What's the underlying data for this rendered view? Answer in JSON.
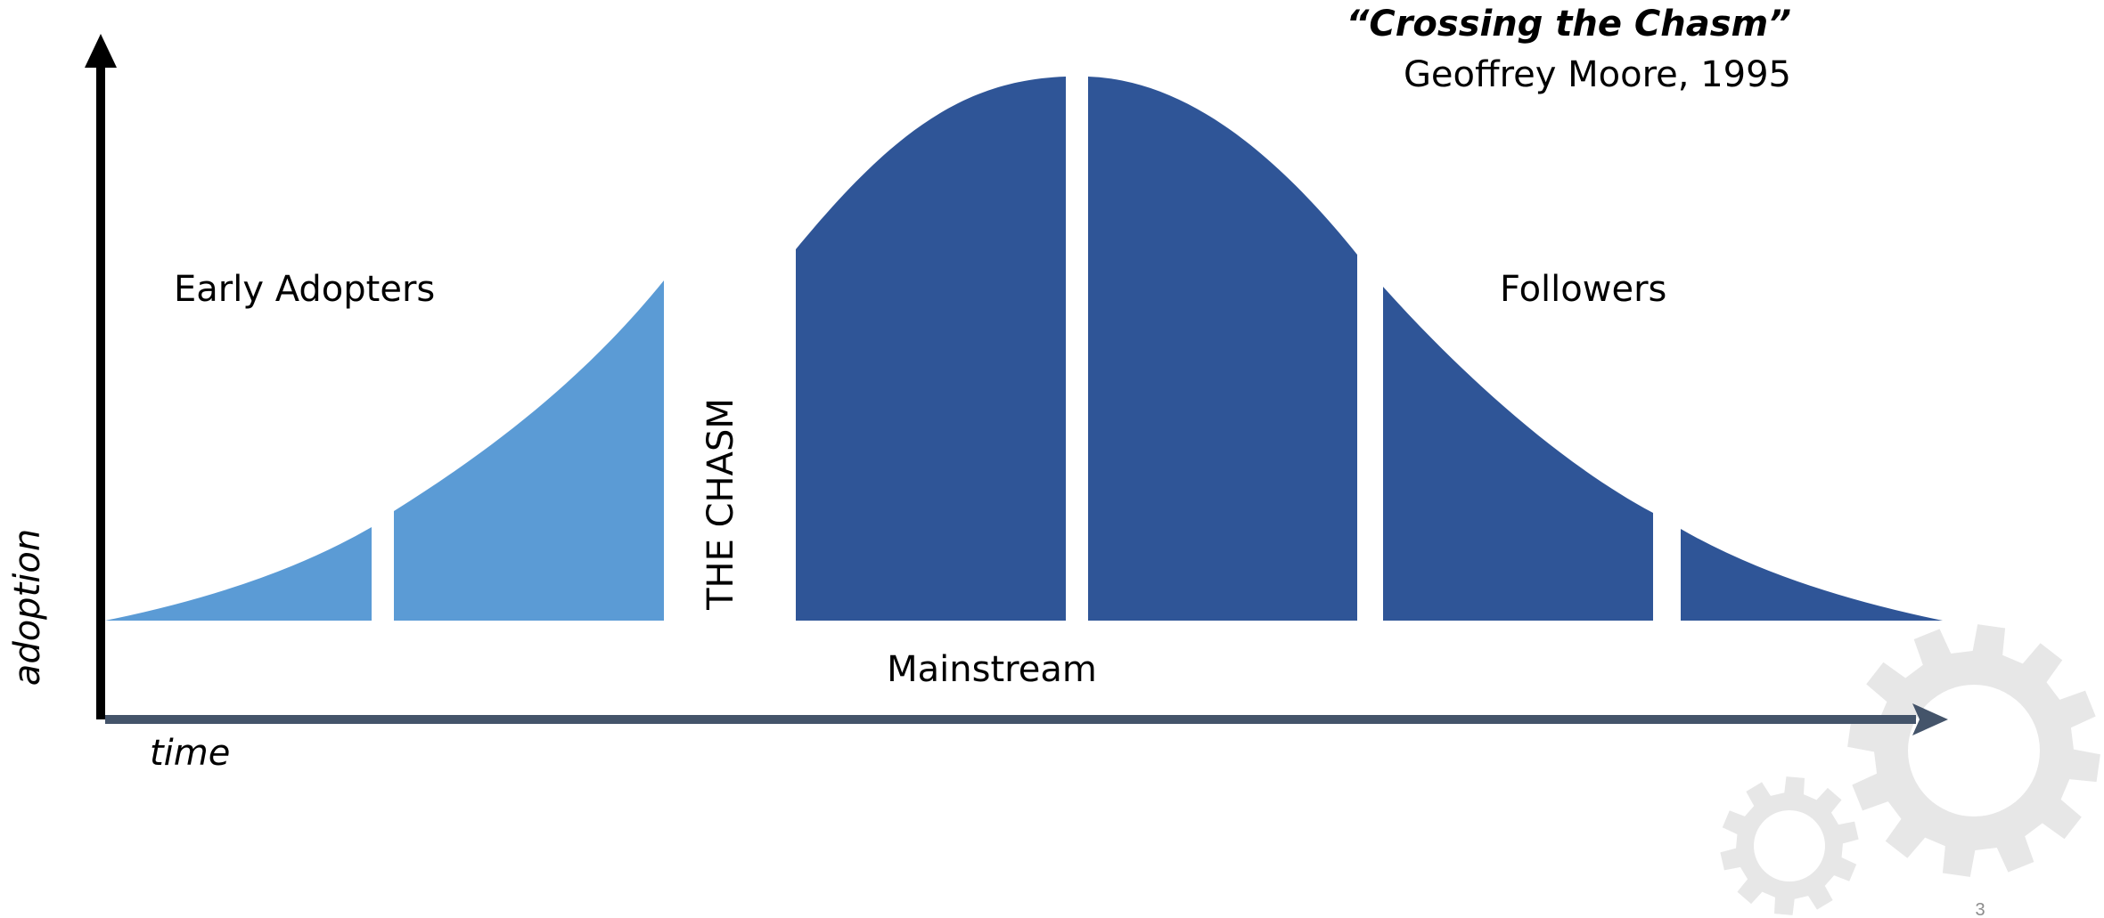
{
  "title": {
    "quote": "“Crossing the Chasm”",
    "attribution": "Geoffrey Moore, 1995"
  },
  "axes": {
    "y_label": "adoption",
    "x_label": "time"
  },
  "segments": {
    "early_adopters": "Early Adopters",
    "chasm": "THE CHASM",
    "mainstream": "Mainstream",
    "followers": "Followers"
  },
  "slide_number": "3",
  "colors": {
    "early": "#5b9bd5",
    "mainstream": "#2f5597",
    "y_axis": "#000000",
    "x_axis": "#44546a",
    "gears": "#e7e7e7"
  },
  "icons": [
    "gear-icon",
    "gear-icon"
  ]
}
